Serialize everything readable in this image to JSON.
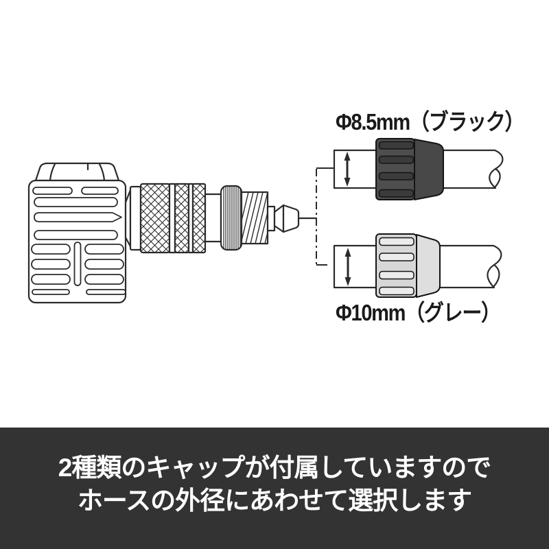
{
  "diagram": {
    "line_color": "#2a2a2a",
    "cap_options": [
      {
        "label": "Φ8.5mm（ブラック）",
        "cap_color": "#4e4e4e",
        "cone_color": "#484848",
        "slot_color": "#3b3b3b"
      },
      {
        "label": "Φ10mm（グレー）",
        "cap_color": "#d7d7d7",
        "cone_color": "#dedede",
        "slot_color": "#ebebeb"
      }
    ]
  },
  "banner": {
    "line1": "2種類のキャップが付属していますので",
    "line2": "ホースの外径にあわせて選択します",
    "bg_color": "#333333",
    "text_color": "#ffffff"
  }
}
